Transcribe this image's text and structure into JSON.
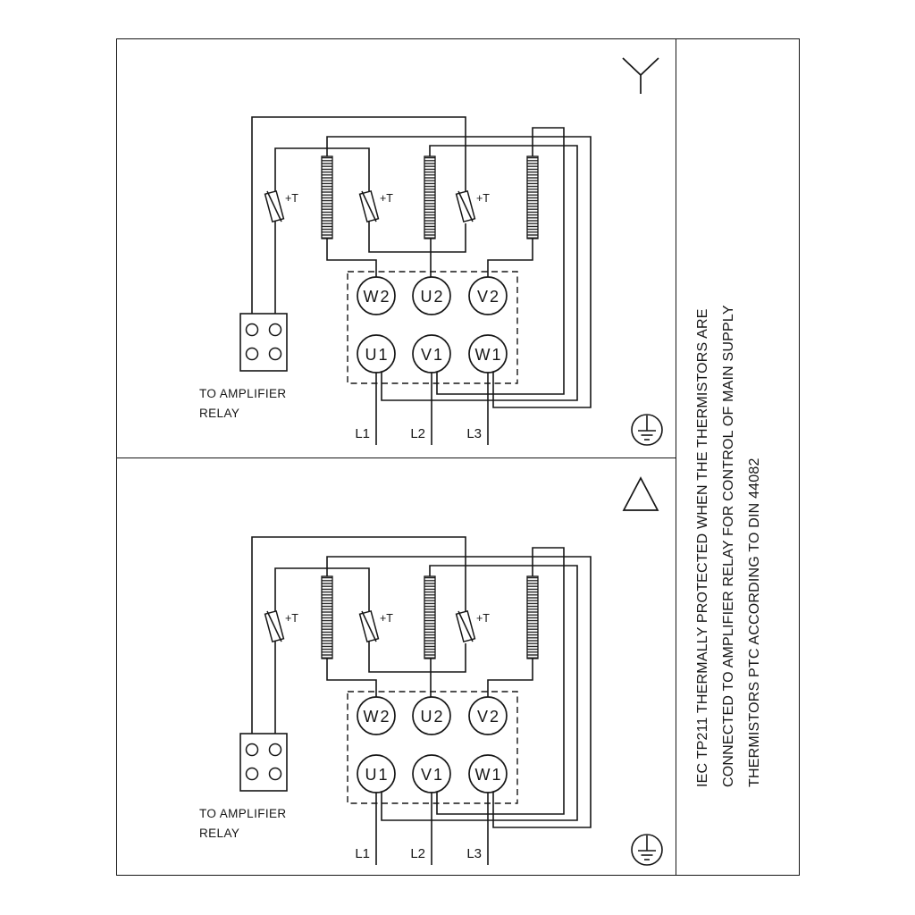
{
  "diagram": {
    "type": "motor-terminal-wiring",
    "colors": {
      "ink": "#161616",
      "background": "#ffffff"
    },
    "side_note": {
      "lines": [
        "IEC TP211 THERMALLY PROTECTED WHEN THE THERMISTORS ARE",
        "CONNECTED TO AMPLIFIER RELAY FOR CONTROL OF MAIN SUPPLY",
        "THERMISTORS PTC ACCORDING TO DIN 44082"
      ]
    }
  },
  "panels": [
    {
      "connection": "star",
      "connection_icon": "star-symbol",
      "earth_icon": "earth-ground-symbol",
      "terminals": {
        "top_row": [
          "W2",
          "U2",
          "V2"
        ],
        "bottom_row": [
          "U1",
          "V1",
          "W1"
        ]
      },
      "supply_lines": [
        "L1",
        "L2",
        "L3"
      ],
      "thermistor_label": "+T",
      "relay_caption_line1": "TO AMPLIFIER",
      "relay_caption_line2": "RELAY"
    },
    {
      "connection": "delta",
      "connection_icon": "delta-symbol",
      "earth_icon": "earth-ground-symbol",
      "terminals": {
        "top_row": [
          "W2",
          "U2",
          "V2"
        ],
        "bottom_row": [
          "U1",
          "V1",
          "W1"
        ]
      },
      "supply_lines": [
        "L1",
        "L2",
        "L3"
      ],
      "thermistor_label": "+T",
      "relay_caption_line1": "TO AMPLIFIER",
      "relay_caption_line2": "RELAY"
    }
  ]
}
